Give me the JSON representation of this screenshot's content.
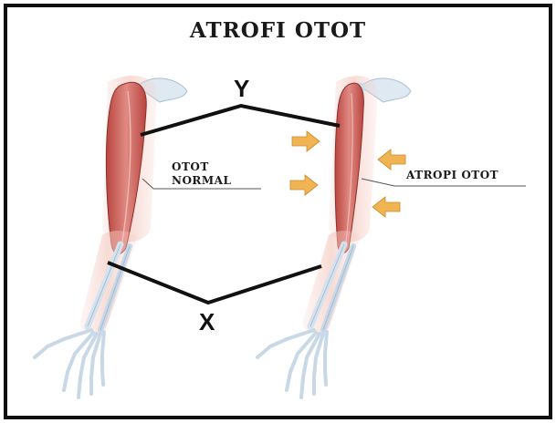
{
  "title": "ATROFI OTOT",
  "labels": {
    "normal_line1": "OTOT",
    "normal_line2": "NORMAL",
    "atrophy": "ATROPI OTOT",
    "top_letter": "Y",
    "bottom_letter": "X"
  },
  "colors": {
    "muscle": "#d9706a",
    "muscle_light": "#f0b3ab",
    "bone": "#d4e2ee",
    "bone_outline": "#9fb6cc",
    "arrow": "#f0b552",
    "line": "#111111"
  }
}
